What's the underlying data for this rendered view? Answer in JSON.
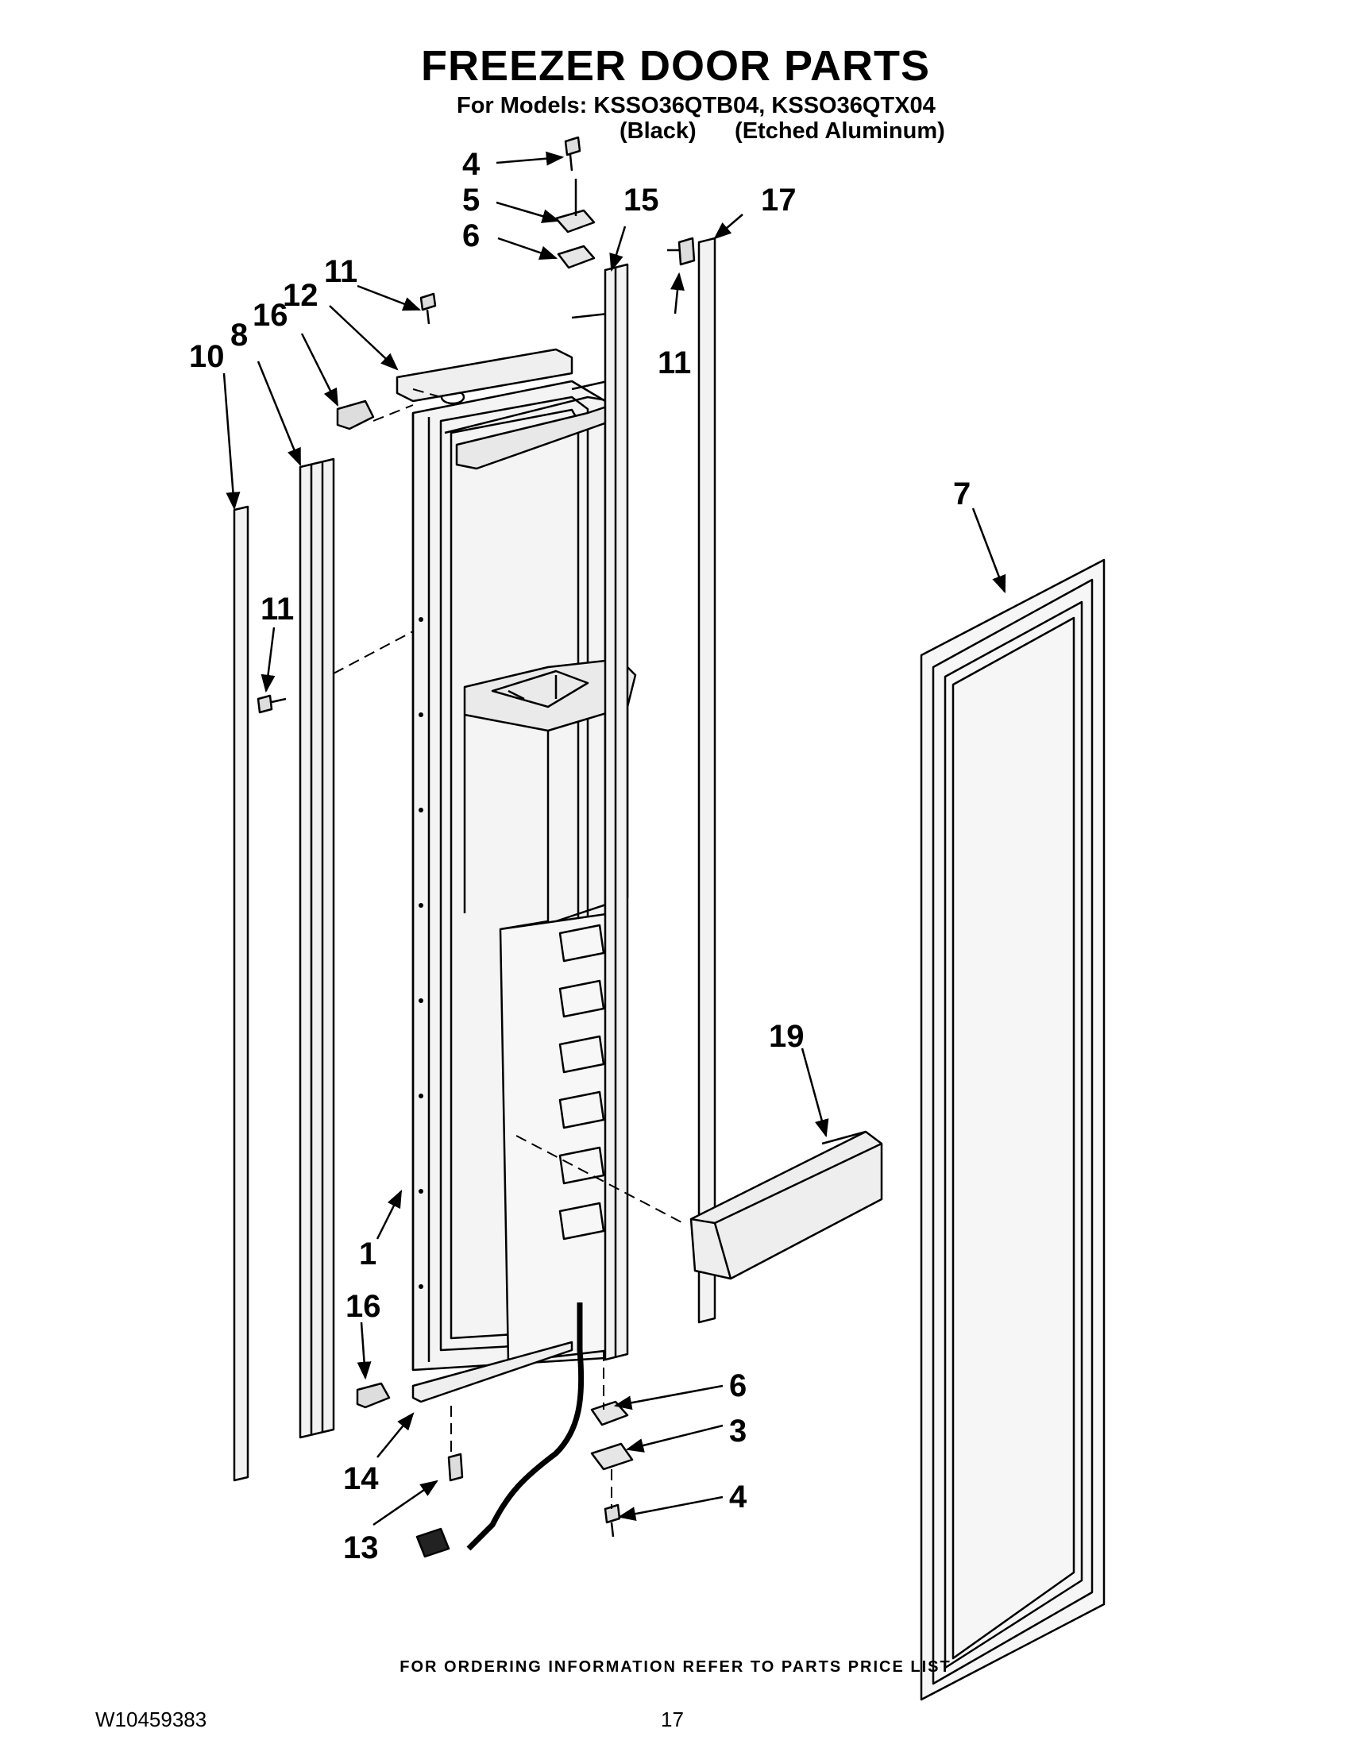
{
  "header": {
    "title": "FREEZER DOOR PARTS",
    "models_line": "For Models: KSSO36QTB04, KSSO36QTX04",
    "variant_1": "(Black)",
    "variant_2": "(Etched Aluminum)"
  },
  "callouts": {
    "c4_top": "4",
    "c5": "5",
    "c6_top": "6",
    "c15": "15",
    "c17": "17",
    "c11_top": "11",
    "c12": "12",
    "c16_top": "16",
    "c8": "8",
    "c10": "10",
    "c11_right": "11",
    "c7": "7",
    "c11_left": "11",
    "c19": "19",
    "c1": "1",
    "c16_bottom": "16",
    "c6_bottom": "6",
    "c3": "3",
    "c14": "14",
    "c4_bottom": "4",
    "c13": "13"
  },
  "footer": {
    "note": "FOR ORDERING INFORMATION REFER TO PARTS PRICE LIST",
    "doc_number": "W10459383",
    "page_number": "17"
  }
}
